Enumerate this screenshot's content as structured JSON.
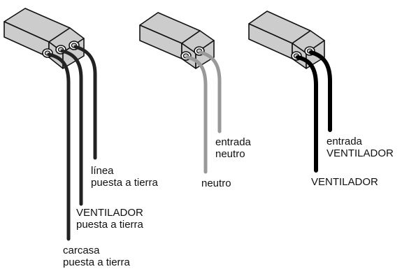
{
  "colors": {
    "background": "#ffffff",
    "connector_fill": "#cccccc",
    "connector_stroke": "#111111",
    "wire_dark": "#222222",
    "wire_gray": "#999999",
    "wire_black": "#000000",
    "label_text": "#111111"
  },
  "connectors": [
    {
      "name": "three-pin-connector",
      "pins": 3,
      "wires": [
        {
          "color": "wire_dark",
          "label_lines": [
            "carcasa",
            "puesta a tierra"
          ]
        },
        {
          "color": "wire_dark",
          "label_lines": [
            "VENTILADOR",
            "puesta a tierra"
          ]
        },
        {
          "color": "wire_dark",
          "label_lines": [
            "línea",
            "puesta a tierra"
          ]
        }
      ]
    },
    {
      "name": "neutral-connector",
      "pins": 2,
      "wires": [
        {
          "color": "wire_gray",
          "label_lines": [
            "neutro"
          ]
        },
        {
          "color": "wire_gray",
          "label_lines": [
            "entrada",
            "neutro"
          ]
        }
      ]
    },
    {
      "name": "fan-connector",
      "pins": 2,
      "wires": [
        {
          "color": "wire_black",
          "label_lines": [
            "VENTILADOR"
          ]
        },
        {
          "color": "wire_black",
          "label_lines": [
            "entrada",
            "VENTILADOR"
          ]
        }
      ]
    }
  ]
}
